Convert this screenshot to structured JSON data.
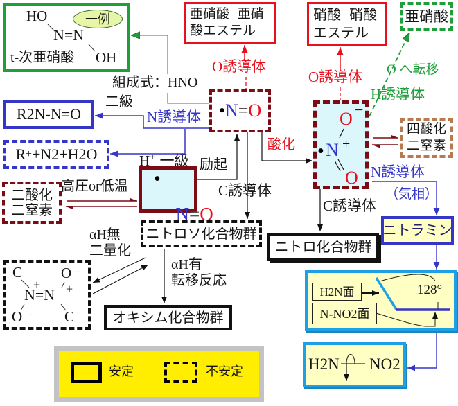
{
  "colors": {
    "green": "#1f9e3a",
    "green-line": "#3cb050",
    "red": "#e8101c",
    "darkred": "#7b0c16",
    "blue": "#3535c8",
    "cyan-border": "#1ea0e6",
    "cyan-fill": "#dcf7fc",
    "yellow-fill": "#ffffc4",
    "legend-yellow": "#ffee00",
    "legend-gray": "#c3c3c3",
    "brown": "#b87a50",
    "badge-fill": "#e6f5a6",
    "navy": "#20206a"
  },
  "nodes": {
    "hyponitrous_acid": {
      "badge": "一例",
      "ho": "HO",
      "nn": "N=N",
      "name": "t-次亜硝酸",
      "oh": "OH"
    },
    "nitrous_acid_ester": {
      "line1": "亜硝酸 亜硝",
      "line2": "酸エステル"
    },
    "nitric_acid_ester": {
      "line1": "硝酸 硝酸",
      "line2": "エステル"
    },
    "nitrous_acid": {
      "text": "亜硝酸"
    },
    "nitroxyl": {
      "dot": "•",
      "n": "N",
      "eq": "=",
      "o": "O"
    },
    "secondary_nitrosamine": {
      "text": "R2N-N=O"
    },
    "primary_decomposition": {
      "r": "R",
      "charge": "+",
      "rest": "+N2+H2O"
    },
    "nitric_oxide": {
      "dot": "•",
      "n": "N",
      "eq": "=",
      "o": "O"
    },
    "dinitrogen_dioxide": {
      "line1": "二酸化",
      "line2": "二窒素"
    },
    "nitrogen_dioxide": {
      "o_top": "O",
      "o_top_charge": "−",
      "dot": "•",
      "n": "N",
      "n_charge": "+",
      "o_bottom": "O"
    },
    "dinitrogen_tetroxide": {
      "line1": "四酸化",
      "line2": "二窒素"
    },
    "nitramine": {
      "text": "ニトラミン"
    },
    "nitramine_geometry": {
      "h2n_plane": "H2N面",
      "nno2_plane": "N-NO2面",
      "angle": "128°"
    },
    "nitramine_rotation": {
      "left": "H2N",
      "right": "NO2"
    },
    "nitroso_compounds": {
      "text": "ニトロソ化合物群"
    },
    "nitro_compounds": {
      "text": "ニトロ化合物群"
    },
    "oxime_compounds": {
      "text": "オキシム化合物群"
    },
    "nitroso_dimer": {
      "c_top": "C",
      "o_top": "O",
      "o_top_charge": "−",
      "n_left_charge": "+",
      "nn": "N=N",
      "n_right_charge": "+",
      "o_bottom": "O",
      "o_bottom_charge": "−",
      "c_bottom": "C"
    }
  },
  "labels": {
    "formula_hno": "組成式：HNO",
    "o_derivative_nitroxyl": "O誘導体",
    "o_derivative_nitrogen_dioxide": "O誘導体",
    "o_transfer": "O へ転移",
    "h_derivative": "H誘導体",
    "secondary": "二級",
    "n_derivative_nitroxyl": "N誘導体",
    "h_plus": "H",
    "h_plus_charge": "+",
    "primary": "一級",
    "excitation": "励起",
    "high_pressure_low_temp": "高圧or低温",
    "c_derivative_nitroxyl": "C誘導体",
    "oxidation": "酸化",
    "n_derivative_nitrogen_dioxide": "N誘導体",
    "gas_phase": "（気相）",
    "c_derivative_nitrogen_dioxide": "C誘導体",
    "no_alpha_h": "αH無",
    "dimerization": "二量化",
    "with_alpha_h": "αH有",
    "rearrangement": "転移反応"
  },
  "legend": {
    "stable": "安定",
    "unstable": "不安定"
  }
}
